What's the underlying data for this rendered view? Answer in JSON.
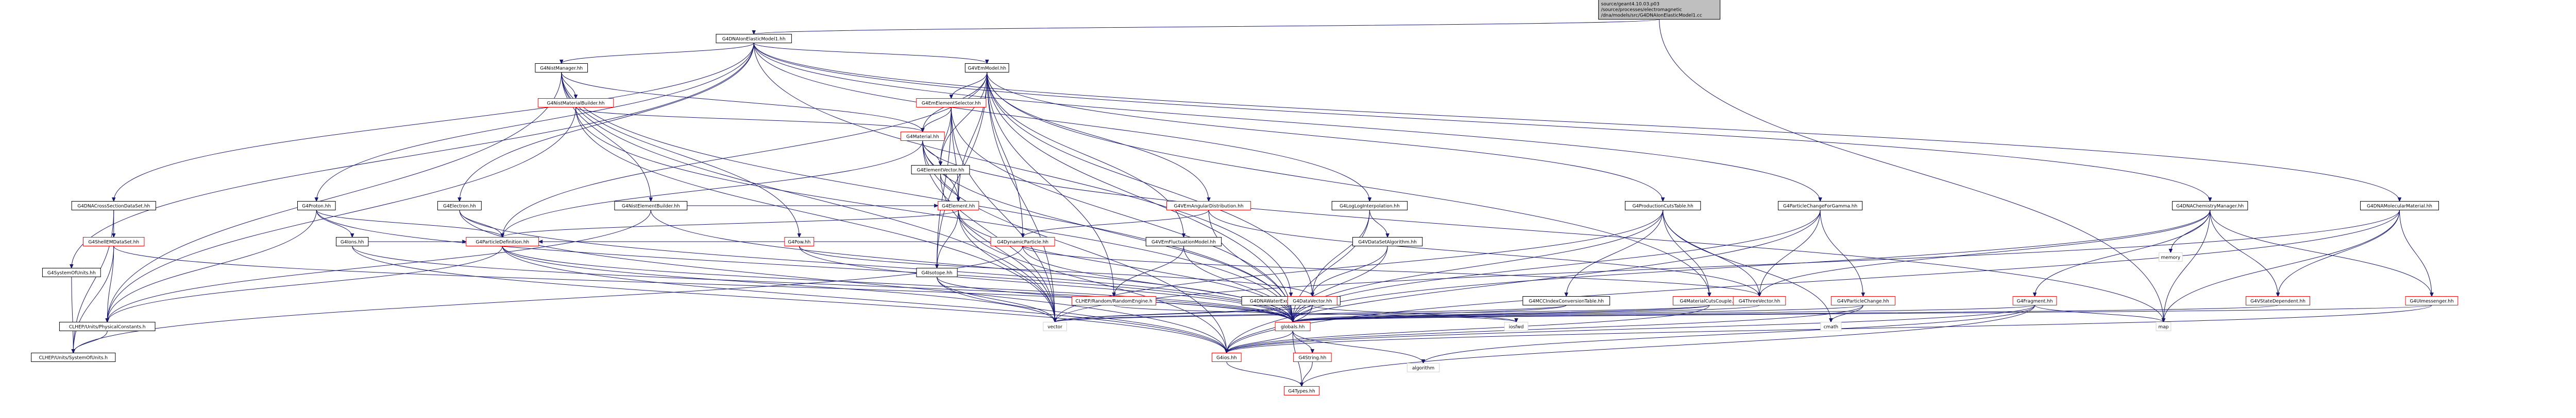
{
  "colors": {
    "root_fill": "#bfbfbf",
    "normal_border": "#000000",
    "partial_border": "#ff0000",
    "edge": "#191970",
    "text": "#000000"
  },
  "nodes": [
    {
      "id": "root",
      "lines": [
        "source/geant4.10.03.p03",
        "/source/processes/electromagnetic",
        "/dna/models/src/G4DNAIonElasticModel1.cc"
      ],
      "kind": "root",
      "interactable": false
    },
    {
      "id": "ionelastic",
      "lines": [
        "G4DNAIonElasticModel1.hh"
      ],
      "kind": "normal",
      "interactable": true
    },
    {
      "id": "systemofunits_g4",
      "lines": [
        "G4SystemOfUnits.hh"
      ],
      "kind": "normal",
      "interactable": true
    },
    {
      "id": "crosssection",
      "lines": [
        "G4DNACrossSectionDataSet.hh"
      ],
      "kind": "normal",
      "interactable": true
    },
    {
      "id": "proton",
      "lines": [
        "G4Proton.hh"
      ],
      "kind": "normal",
      "interactable": true
    },
    {
      "id": "nistmanager",
      "lines": [
        "G4NistManager.hh"
      ],
      "kind": "normal",
      "interactable": true
    },
    {
      "id": "vemmodel",
      "lines": [
        "G4VEmModel.hh"
      ],
      "kind": "normal",
      "interactable": true
    },
    {
      "id": "loglog",
      "lines": [
        "G4LogLogInterpolation.hh"
      ],
      "kind": "normal",
      "interactable": true
    },
    {
      "id": "particlechange",
      "lines": [
        "G4ParticleChangeForGamma.hh"
      ],
      "kind": "normal",
      "interactable": true
    },
    {
      "id": "chemistry",
      "lines": [
        "G4DNAChemistryManager.hh"
      ],
      "kind": "normal",
      "interactable": true
    },
    {
      "id": "molecular",
      "lines": [
        "G4DNAMolecularMaterial.hh"
      ],
      "kind": "normal",
      "interactable": true
    },
    {
      "id": "shellemdata",
      "lines": [
        "G4ShellEMDataSet.hh"
      ],
      "kind": "partial",
      "interactable": true
    },
    {
      "id": "ions",
      "lines": [
        "G4Ions.hh"
      ],
      "kind": "normal",
      "interactable": true
    },
    {
      "id": "electron",
      "lines": [
        "G4Electron.hh"
      ],
      "kind": "normal",
      "interactable": true
    },
    {
      "id": "nistmatbuilder",
      "lines": [
        "G4NistMaterialBuilder.hh"
      ],
      "kind": "partial",
      "interactable": true
    },
    {
      "id": "nistelembuilder",
      "lines": [
        "G4NistElementBuilder.hh"
      ],
      "kind": "normal",
      "interactable": true
    },
    {
      "id": "emelemselector",
      "lines": [
        "G4EmElementSelector.hh"
      ],
      "kind": "partial",
      "interactable": true
    },
    {
      "id": "material",
      "lines": [
        "G4Material.hh"
      ],
      "kind": "partial",
      "interactable": true
    },
    {
      "id": "vemangular",
      "lines": [
        "G4VEmAngularDistribution.hh"
      ],
      "kind": "partial",
      "interactable": true
    },
    {
      "id": "vdataset",
      "lines": [
        "G4VDataSetAlgorithm.hh"
      ],
      "kind": "normal",
      "interactable": true
    },
    {
      "id": "productioncuts",
      "lines": [
        "G4ProductionCutsTable.hh"
      ],
      "kind": "normal",
      "interactable": true
    },
    {
      "id": "elementvector",
      "lines": [
        "G4ElementVector.hh"
      ],
      "kind": "normal",
      "interactable": true
    },
    {
      "id": "pow",
      "lines": [
        "G4Pow.hh"
      ],
      "kind": "partial",
      "interactable": true
    },
    {
      "id": "dynamicparticle",
      "lines": [
        "G4DynamicParticle.hh"
      ],
      "kind": "partial",
      "interactable": true
    },
    {
      "id": "vemfluct",
      "lines": [
        "G4VEmFluctuationModel.hh"
      ],
      "kind": "normal",
      "interactable": true
    },
    {
      "id": "element",
      "lines": [
        "G4Element.hh"
      ],
      "kind": "partial",
      "interactable": true
    },
    {
      "id": "particledef",
      "lines": [
        "G4ParticleDefinition.hh"
      ],
      "kind": "partial",
      "interactable": true
    },
    {
      "id": "isotope",
      "lines": [
        "G4Isotope.hh"
      ],
      "kind": "normal",
      "interactable": true
    },
    {
      "id": "randomengine",
      "lines": [
        "CLHEP/Random/RandomEngine.h"
      ],
      "kind": "partial",
      "interactable": true
    },
    {
      "id": "waterexc",
      "lines": [
        "G4DNAWaterExcitationStructure.hh"
      ],
      "kind": "normal",
      "interactable": true
    },
    {
      "id": "datavector",
      "lines": [
        "G4DataVector.hh"
      ],
      "kind": "partial",
      "interactable": true
    },
    {
      "id": "mccindex",
      "lines": [
        "G4MCCIndexConversionTable.hh"
      ],
      "kind": "normal",
      "interactable": true
    },
    {
      "id": "matcutscouple",
      "lines": [
        "G4MaterialCutsCouple.hh"
      ],
      "kind": "partial",
      "interactable": true
    },
    {
      "id": "threevector",
      "lines": [
        "G4ThreeVector.hh"
      ],
      "kind": "partial",
      "interactable": true
    },
    {
      "id": "vparticlechange",
      "lines": [
        "G4VParticleChange.hh"
      ],
      "kind": "partial",
      "interactable": true
    },
    {
      "id": "fragment",
      "lines": [
        "G4Fragment.hh"
      ],
      "kind": "partial",
      "interactable": true
    },
    {
      "id": "vstatedep",
      "lines": [
        "G4VStateDependent.hh"
      ],
      "kind": "partial",
      "interactable": true
    },
    {
      "id": "umessenger",
      "lines": [
        "G4UImessenger.hh"
      ],
      "kind": "partial",
      "interactable": true
    },
    {
      "id": "memory",
      "lines": [
        "memory"
      ],
      "kind": "plain",
      "interactable": false
    },
    {
      "id": "physconst",
      "lines": [
        "CLHEP/Units/PhysicalConstants.h"
      ],
      "kind": "normal",
      "interactable": true
    },
    {
      "id": "vector",
      "lines": [
        "vector"
      ],
      "kind": "plain",
      "interactable": false
    },
    {
      "id": "globals",
      "lines": [
        "globals.hh"
      ],
      "kind": "partial",
      "interactable": true
    },
    {
      "id": "iosfwd",
      "lines": [
        "iosfwd"
      ],
      "kind": "plain",
      "interactable": false
    },
    {
      "id": "cmath",
      "lines": [
        "cmath"
      ],
      "kind": "plain",
      "interactable": false
    },
    {
      "id": "map",
      "lines": [
        "map"
      ],
      "kind": "plain",
      "interactable": false
    },
    {
      "id": "clhep_sysunits",
      "lines": [
        "CLHEP/Units/SystemOfUnits.h"
      ],
      "kind": "normal",
      "interactable": true
    },
    {
      "id": "g4ios",
      "lines": [
        "G4ios.hh"
      ],
      "kind": "partial",
      "interactable": true
    },
    {
      "id": "g4string",
      "lines": [
        "G4String.hh"
      ],
      "kind": "partial",
      "interactable": true
    },
    {
      "id": "algorithm",
      "lines": [
        "algorithm"
      ],
      "kind": "plain",
      "interactable": false
    },
    {
      "id": "g4types",
      "lines": [
        "G4Types.hh"
      ],
      "kind": "partial",
      "interactable": true
    }
  ],
  "edges": [
    [
      "root",
      "ionelastic"
    ],
    [
      "root",
      "map"
    ],
    [
      "ionelastic",
      "systemofunits_g4"
    ],
    [
      "ionelastic",
      "crosssection"
    ],
    [
      "ionelastic",
      "proton"
    ],
    [
      "ionelastic",
      "nistmanager"
    ],
    [
      "ionelastic",
      "vemmodel"
    ],
    [
      "ionelastic",
      "loglog"
    ],
    [
      "ionelastic",
      "particlechange"
    ],
    [
      "ionelastic",
      "chemistry"
    ],
    [
      "ionelastic",
      "molecular"
    ],
    [
      "ionelastic",
      "waterexc"
    ],
    [
      "ionelastic",
      "electron"
    ],
    [
      "systemofunits_g4",
      "clhep_sysunits"
    ],
    [
      "crosssection",
      "shellemdata"
    ],
    [
      "crosssection",
      "clhep_sysunits"
    ],
    [
      "shellemdata",
      "physconst"
    ],
    [
      "shellemdata",
      "clhep_sysunits"
    ],
    [
      "shellemdata",
      "globals"
    ],
    [
      "proton",
      "ions"
    ],
    [
      "proton",
      "particledef"
    ],
    [
      "proton",
      "globals"
    ],
    [
      "proton",
      "physconst"
    ],
    [
      "ions",
      "particledef"
    ],
    [
      "ions",
      "globals"
    ],
    [
      "ions",
      "g4ios"
    ],
    [
      "electron",
      "particledef"
    ],
    [
      "electron",
      "globals"
    ],
    [
      "electron",
      "g4ios"
    ],
    [
      "nistmanager",
      "nistmatbuilder"
    ],
    [
      "nistmanager",
      "nistelembuilder"
    ],
    [
      "nistmanager",
      "material"
    ],
    [
      "nistmanager",
      "pow"
    ],
    [
      "nistmanager",
      "physconst"
    ],
    [
      "nistmanager",
      "globals"
    ],
    [
      "nistmanager",
      "vector"
    ],
    [
      "nistmatbuilder",
      "material"
    ],
    [
      "nistmatbuilder",
      "physconst"
    ],
    [
      "nistmatbuilder",
      "globals"
    ],
    [
      "nistmatbuilder",
      "vector"
    ],
    [
      "nistelembuilder",
      "element"
    ],
    [
      "nistelembuilder",
      "globals"
    ],
    [
      "nistelembuilder",
      "physconst"
    ],
    [
      "vemmodel",
      "emelemselector"
    ],
    [
      "vemmodel",
      "material"
    ],
    [
      "vemmodel",
      "elementvector"
    ],
    [
      "vemmodel",
      "element"
    ],
    [
      "vemmodel",
      "dynamicparticle"
    ],
    [
      "vemmodel",
      "vemangular"
    ],
    [
      "vemmodel",
      "vemfluct"
    ],
    [
      "vemmodel",
      "randomengine"
    ],
    [
      "vemmodel",
      "datavector"
    ],
    [
      "vemmodel",
      "productioncuts"
    ],
    [
      "vemmodel",
      "particledef"
    ],
    [
      "vemmodel",
      "isotope"
    ],
    [
      "vemmodel",
      "globals"
    ],
    [
      "vemmodel",
      "vector"
    ],
    [
      "vemmodel",
      "matcutscouple"
    ],
    [
      "emelemselector",
      "material"
    ],
    [
      "emelemselector",
      "elementvector"
    ],
    [
      "emelemselector",
      "element"
    ],
    [
      "emelemselector",
      "globals"
    ],
    [
      "emelemselector",
      "vector"
    ],
    [
      "emelemselector",
      "isotope"
    ],
    [
      "material",
      "elementvector"
    ],
    [
      "material",
      "element"
    ],
    [
      "material",
      "particledef"
    ],
    [
      "material",
      "globals"
    ],
    [
      "material",
      "vector"
    ],
    [
      "material",
      "map"
    ],
    [
      "material",
      "g4ios"
    ],
    [
      "elementvector",
      "element"
    ],
    [
      "elementvector",
      "vector"
    ],
    [
      "element",
      "isotope"
    ],
    [
      "element",
      "globals"
    ],
    [
      "element",
      "vector"
    ],
    [
      "element",
      "particledef"
    ],
    [
      "element",
      "g4ios"
    ],
    [
      "isotope",
      "globals"
    ],
    [
      "isotope",
      "vector"
    ],
    [
      "isotope",
      "g4ios"
    ],
    [
      "pow",
      "globals"
    ],
    [
      "pow",
      "datavector"
    ],
    [
      "dynamicparticle",
      "particledef"
    ],
    [
      "dynamicparticle",
      "threevector"
    ],
    [
      "dynamicparticle",
      "globals"
    ],
    [
      "dynamicparticle",
      "clhep_sysunits"
    ],
    [
      "vemangular",
      "dynamicparticle"
    ],
    [
      "vemangular",
      "threevector"
    ],
    [
      "vemangular",
      "globals"
    ],
    [
      "vemfluct",
      "randomengine"
    ],
    [
      "vemfluct",
      "globals"
    ],
    [
      "particledef",
      "physconst"
    ],
    [
      "particledef",
      "globals"
    ],
    [
      "particledef",
      "vector"
    ],
    [
      "particledef",
      "g4ios"
    ],
    [
      "randomengine",
      "iosfwd"
    ],
    [
      "loglog",
      "vdataset"
    ],
    [
      "loglog",
      "datavector"
    ],
    [
      "loglog",
      "globals"
    ],
    [
      "vdataset",
      "globals"
    ],
    [
      "vdataset",
      "datavector"
    ],
    [
      "datavector",
      "globals"
    ],
    [
      "datavector",
      "vector"
    ],
    [
      "datavector",
      "iosfwd"
    ],
    [
      "datavector",
      "g4ios"
    ],
    [
      "waterexc",
      "globals"
    ],
    [
      "waterexc",
      "vector"
    ],
    [
      "productioncuts",
      "matcutscouple"
    ],
    [
      "productioncuts",
      "mccindex"
    ],
    [
      "productioncuts",
      "vector"
    ],
    [
      "productioncuts",
      "globals"
    ],
    [
      "productioncuts",
      "threevector"
    ],
    [
      "productioncuts",
      "cmath"
    ],
    [
      "mccindex",
      "globals"
    ],
    [
      "mccindex",
      "vector"
    ],
    [
      "matcutscouple",
      "globals"
    ],
    [
      "matcutscouple",
      "vector"
    ],
    [
      "matcutscouple",
      "g4ios"
    ],
    [
      "particlechange",
      "vparticlechange"
    ],
    [
      "particlechange",
      "threevector"
    ],
    [
      "particlechange",
      "globals"
    ],
    [
      "particlechange",
      "g4ios"
    ],
    [
      "vparticlechange",
      "globals"
    ],
    [
      "vparticlechange",
      "g4ios"
    ],
    [
      "vparticlechange",
      "cmath"
    ],
    [
      "chemistry",
      "threevector"
    ],
    [
      "chemistry",
      "vstatedep"
    ],
    [
      "chemistry",
      "umessenger"
    ],
    [
      "chemistry",
      "globals"
    ],
    [
      "chemistry",
      "memory"
    ],
    [
      "chemistry",
      "map"
    ],
    [
      "chemistry",
      "fragment"
    ],
    [
      "molecular",
      "vstatedep"
    ],
    [
      "molecular",
      "map"
    ],
    [
      "molecular",
      "vector"
    ],
    [
      "molecular",
      "g4ios"
    ],
    [
      "molecular",
      "umessenger"
    ],
    [
      "fragment",
      "globals"
    ],
    [
      "fragment",
      "g4types"
    ],
    [
      "fragment",
      "map"
    ],
    [
      "fragment",
      "g4ios"
    ],
    [
      "fragment",
      "algorithm"
    ],
    [
      "vstatedep",
      "globals"
    ],
    [
      "umessenger",
      "globals"
    ],
    [
      "umessenger",
      "g4ios"
    ],
    [
      "threevector",
      "globals"
    ],
    [
      "globals",
      "g4ios"
    ],
    [
      "globals",
      "g4string"
    ],
    [
      "globals",
      "g4types"
    ],
    [
      "globals",
      "algorithm"
    ],
    [
      "physconst",
      "clhep_sysunits"
    ],
    [
      "g4ios",
      "g4types"
    ],
    [
      "g4string",
      "g4types"
    ]
  ]
}
